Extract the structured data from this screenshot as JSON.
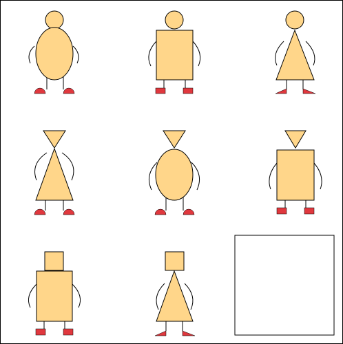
{
  "palette": {
    "skin": "#FFD68A",
    "shoe": "#E0383E",
    "outline": "#000000",
    "background": "#FFFFFF"
  },
  "figures": [
    {
      "name": "figure-r1c1",
      "head": "circle",
      "body": "ellipse",
      "feet": "half-ellipse"
    },
    {
      "name": "figure-r1c2",
      "head": "circle",
      "body": "rectangle",
      "feet": "rectangle"
    },
    {
      "name": "figure-r1c3",
      "head": "circle",
      "body": "triangle",
      "feet": "triangle"
    },
    {
      "name": "figure-r2c1",
      "head": "triangle",
      "body": "triangle",
      "feet": "half-ellipse"
    },
    {
      "name": "figure-r2c2",
      "head": "triangle",
      "body": "ellipse",
      "feet": "half-ellipse"
    },
    {
      "name": "figure-r2c3",
      "head": "triangle",
      "body": "rectangle",
      "feet": "rectangle"
    },
    {
      "name": "figure-r3c1",
      "head": "square",
      "body": "rectangle",
      "feet": "rectangle"
    },
    {
      "name": "figure-r3c2",
      "head": "square",
      "body": "triangle",
      "feet": "triangle"
    }
  ],
  "answer_slot": {
    "state": "empty"
  }
}
